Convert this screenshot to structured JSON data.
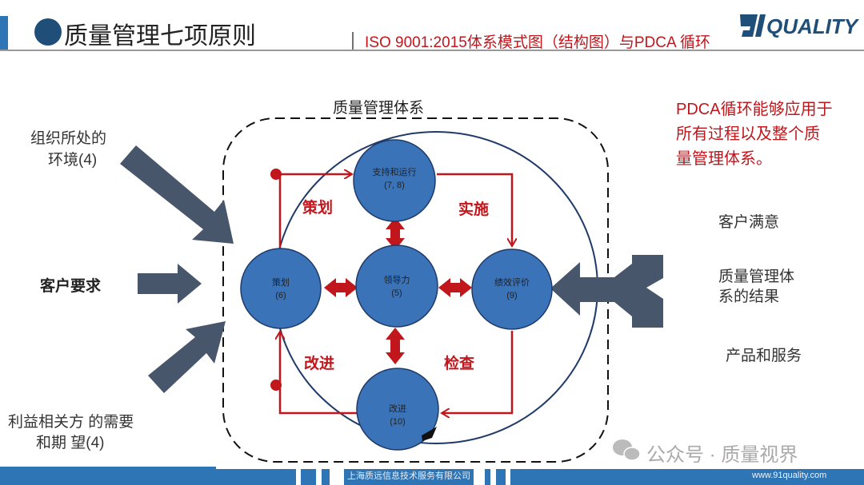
{
  "header": {
    "title": "质量管理七项原则",
    "subtitle": "ISO 9001:2015体系模式图（结构图）与PDCA 循环",
    "logo": "91 QUALITY"
  },
  "diagram": {
    "system_label": "质量管理体系",
    "inputs": {
      "org_line1": "组织所处的",
      "org_line2": "环境(4)",
      "customer": "客户要求",
      "stake_line1": "利益相关方 的需要",
      "stake_line2": "和期  望(4)"
    },
    "nodes": {
      "support": {
        "name": "支持和运行",
        "num": "(7, 8)"
      },
      "planning": {
        "name": "策划",
        "num": "(6)"
      },
      "leadership": {
        "name": "领导力",
        "num": "(5)"
      },
      "evaluation": {
        "name": "绩效评价",
        "num": "(9)"
      },
      "improvement": {
        "name": "改进",
        "num": "(10)"
      }
    },
    "pdca": {
      "plan": "策划",
      "do": "实施",
      "act": "改进",
      "check": "检查"
    },
    "outputs": {
      "satisfaction": "客户满意",
      "results_line1": "质量管理体",
      "results_line2": "系的结果",
      "products": "产品和服务"
    },
    "note_lines": [
      "PDCA循环能够应用于",
      "所有过程以及整个质",
      "量管理体系。"
    ]
  },
  "footer": {
    "company": "上海质远信息技术服务有限公司",
    "website": "www.91quality.com",
    "watermark": "公众号 · 质量视界"
  },
  "colors": {
    "node": "#3a73b8",
    "arrow": "#47566b",
    "red": "#c0161c",
    "footer": "#2e75b6"
  }
}
